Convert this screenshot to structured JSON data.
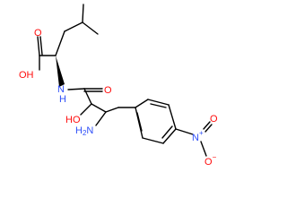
{
  "molecule": {
    "atoms": [
      {
        "text": "OH",
        "color": "#ff0d0d"
      },
      {
        "text": "O",
        "color": "#ff0d0d"
      },
      {
        "text": "N",
        "color": "#3050f8"
      },
      {
        "text": "H",
        "color": "#3050f8"
      },
      {
        "text": "O",
        "color": "#ff0d0d"
      },
      {
        "text": "HO",
        "color": "#ff0d0d"
      },
      {
        "text": "H",
        "color": "#3050f8"
      },
      {
        "text": "2",
        "color": "#3050f8"
      },
      {
        "text": "N",
        "color": "#3050f8"
      },
      {
        "text": "N",
        "color": "#3050f8"
      },
      {
        "text": "+",
        "color": "#3050f8"
      },
      {
        "text": "O",
        "color": "#ff0d0d"
      },
      {
        "text": "O",
        "color": "#ff0d0d"
      },
      {
        "text": "−",
        "color": "#ff0d0d"
      }
    ]
  }
}
